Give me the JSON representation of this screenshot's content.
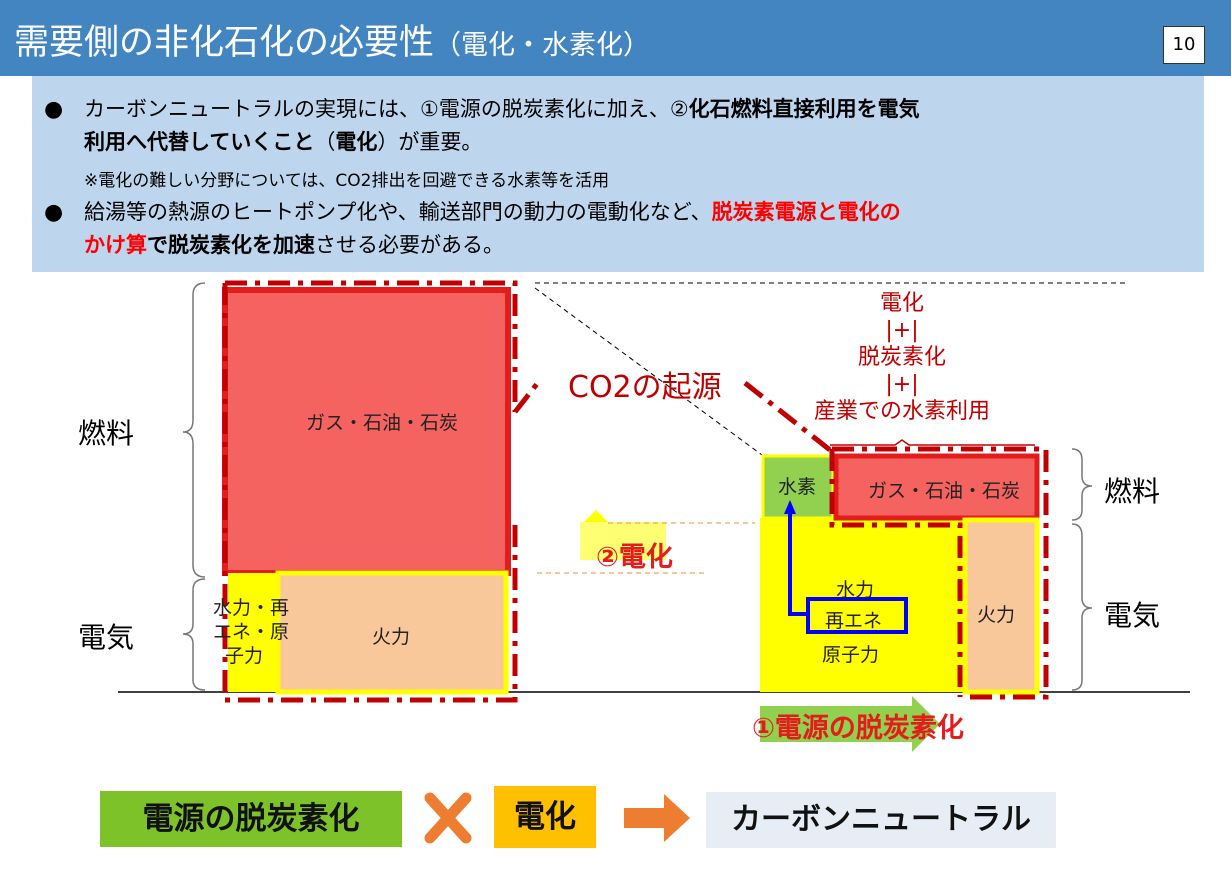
{
  "header": {
    "title_main": "需要側の非化石化の必要性",
    "title_sub": "（電化・水素化）",
    "page_number": "10"
  },
  "summary": {
    "bullet1_line1_a": "カーボンニュートラルの実現には、①電源の脱炭素化に加え、②",
    "bullet1_line1_b": "化石燃料直接利用を電気",
    "bullet1_line2_a": "利用へ代替していくこと",
    "bullet1_line2_b": "（",
    "bullet1_line2_c": "電化",
    "bullet1_line2_d": "）が重要。",
    "note": "※電化の難しい分野については、CO2排出を回避できる水素等を活用",
    "bullet2_line1_a": "給湯等の熱源のヒートポンプ化や、輸送部門の動力の電動化など、",
    "bullet2_line1_b": "脱炭素電源と電化の",
    "bullet2_line2_a": "かけ算",
    "bullet2_line2_b": "で",
    "bullet2_line2_c": "脱炭素化を加速",
    "bullet2_line2_d": "させる必要がある。"
  },
  "diagram": {
    "left_fuel_label": "燃料",
    "left_elec_label": "電気",
    "right_fuel_label": "燃料",
    "right_elec_label": "電気",
    "before_fossil": "ガス・石油・石炭",
    "before_thermal": "火力",
    "before_renew_line1": "水力・再",
    "before_renew_line2": "エネ・原",
    "before_renew_line3": "子力",
    "after_hydrogen": "水素",
    "after_fossil": "ガス・石油・石炭",
    "after_hydro": "水力",
    "after_renew": "再エネ",
    "after_nuclear": "原子力",
    "after_thermal": "火力",
    "co2_origin": "CO2の起源",
    "stack_elec": "電化",
    "stack_plus1": "|+|",
    "stack_decarb": "脱炭素化",
    "stack_plus2": "|+|",
    "stack_hydrogen": "産業での水素利用",
    "electrification_arrow": "②電化",
    "decarb_arrow": "①電源の脱炭素化"
  },
  "legend": {
    "power_decarb": "電源の脱炭素化",
    "times": "×",
    "electrification": "電化",
    "carbon_neutral": "カーボンニュートラル"
  },
  "colors": {
    "header_bg": "#4285c1",
    "summary_bg": "#bdd6ee",
    "fossil_red": "#f4635f",
    "thermal_peach": "#f9c89a",
    "renew_yellow": "#ffff00",
    "hydrogen_green": "#92d050",
    "dash_red": "#c00000",
    "legend_green": "#7ec22a",
    "legend_orange": "#ffc000",
    "arrow_orange": "#ed7d31",
    "legend_grey": "#e7edf5"
  }
}
